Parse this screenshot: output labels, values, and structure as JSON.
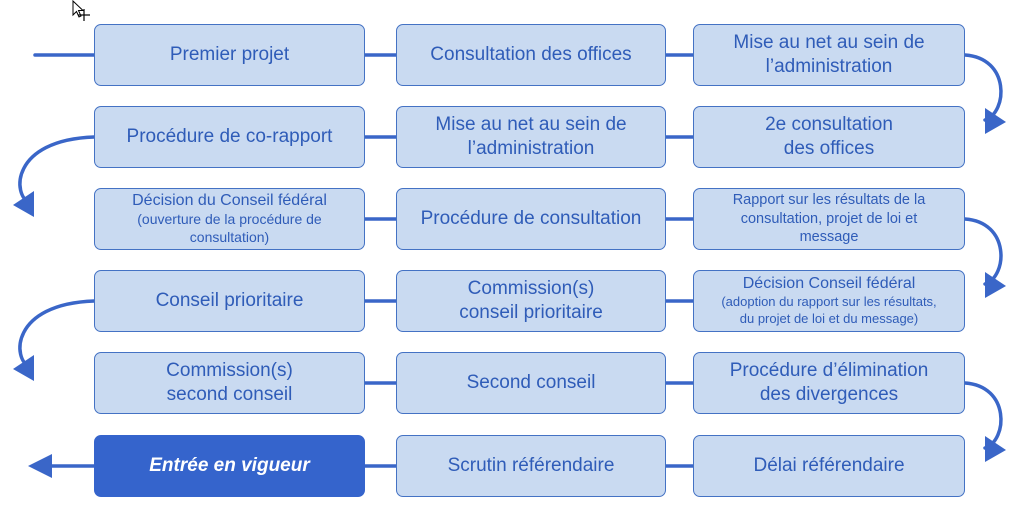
{
  "steps": {
    "r1c1": "Premier projet",
    "r1c2": "Consultation des offices",
    "r1c3": "Mise au net au sein de\nl’administration",
    "r2c3": "2e consultation\ndes offices",
    "r2c2": "Mise au net au sein de\nl’administration",
    "r2c1": "Procédure de co-rapport",
    "r3c1_main": "Décision du Conseil fédéral",
    "r3c1_sub": "(ouverture de la procédure de\nconsultation)",
    "r3c2": "Procédure de consultation",
    "r3c3": "Rapport sur les résultats de la\nconsultation, projet de loi et\nmessage",
    "r4c3_main": "Décision Conseil fédéral",
    "r4c3_sub": "(adoption du rapport sur les résultats,\ndu projet de loi et du message)",
    "r4c2": "Commission(s)\nconseil prioritaire",
    "r4c1": "Conseil prioritaire",
    "r5c1": "Commission(s)\nsecond conseil",
    "r5c2": "Second conseil",
    "r5c3": "Procédure d’élimination\ndes divergences",
    "r6c3": "Délai référendaire",
    "r6c2": "Scrutin référendaire",
    "r6c1": "Entrée en vigueur"
  },
  "colors": {
    "box_fill": "#c9daf1",
    "box_border": "#4472c4",
    "text": "#2f5cb8",
    "connector": "#3a66c8",
    "final_fill": "#3564cc",
    "final_text": "#ffffff"
  },
  "icons": {
    "cursor": "move-cursor-icon"
  }
}
